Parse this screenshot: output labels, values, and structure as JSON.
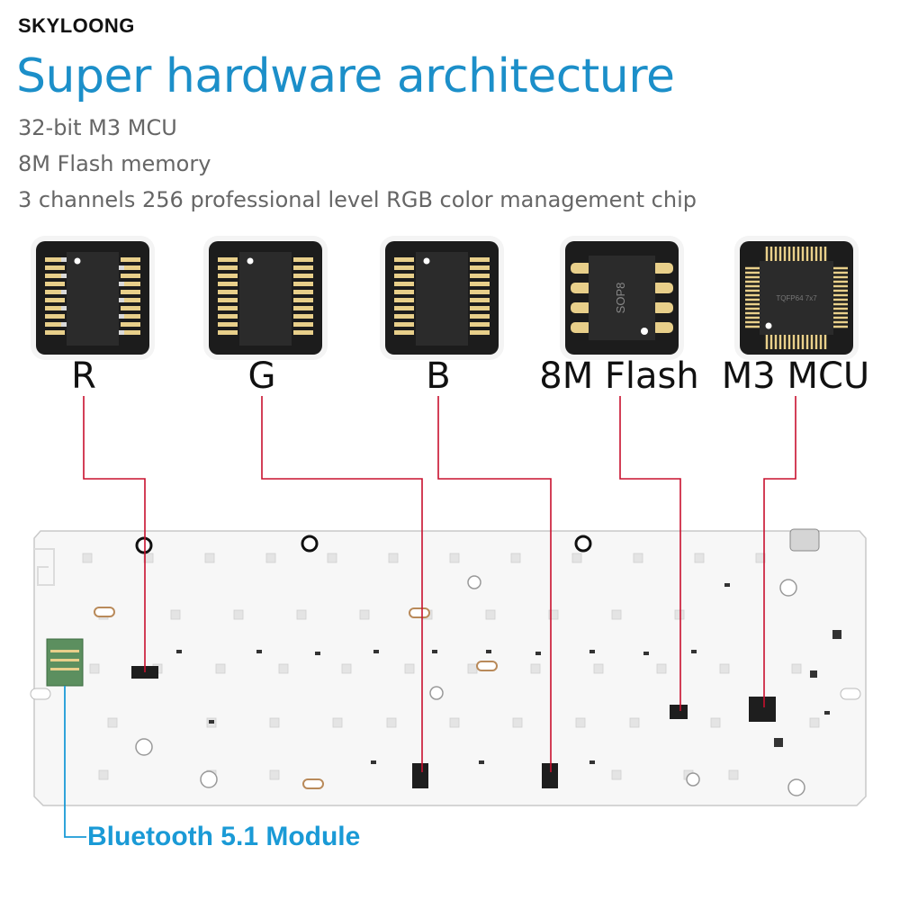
{
  "brand": "SKYLOONG",
  "title": "Super hardware architecture",
  "specs": [
    "32-bit M3 MCU",
    "8M Flash memory",
    "3 channels 256 professional level RGB color management chip"
  ],
  "chips": [
    {
      "label": "R",
      "icon": "soic-20-chip-icon"
    },
    {
      "label": "G",
      "icon": "soic-20-chip-icon"
    },
    {
      "label": "B",
      "icon": "soic-20-chip-icon"
    },
    {
      "label": "8M Flash",
      "icon": "sop8-chip-icon",
      "marking": "SOP8"
    },
    {
      "label": "M3 MCU",
      "icon": "tqfp64-chip-icon",
      "marking": "TQFP64  7x7"
    }
  ],
  "module_label": "Bluetooth 5.1 Module",
  "colors": {
    "title": "#1c8fc9",
    "leader_line": "#c8102e",
    "bt_line": "#1a9ad6",
    "chip_body": "#1c1c1c"
  }
}
